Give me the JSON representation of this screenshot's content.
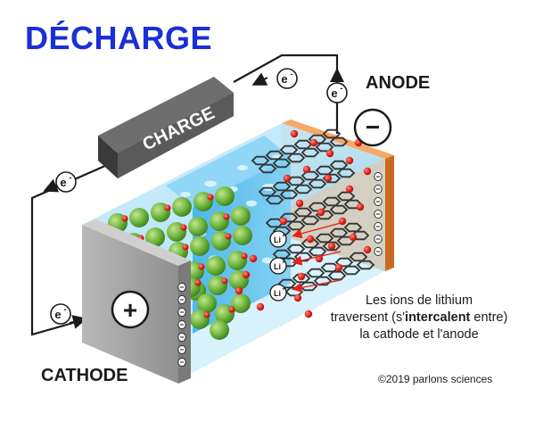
{
  "title": "DÉCHARGE",
  "labels": {
    "anode": "ANODE",
    "cathode": "CATHODE",
    "charge_box": "CHARGE",
    "anode_sign": "−",
    "cathode_sign": "+"
  },
  "electron": {
    "symbol": "e",
    "sign": "-"
  },
  "ion": {
    "symbol": "Li",
    "sign": "+"
  },
  "caption": {
    "line1": "Les ions de lithium",
    "line2_before": "traversent (s'",
    "line2_bold": "intercalent",
    "line2_after": " entre)",
    "line3": "la cathode et l'anode"
  },
  "copyright": "©2019 parlons sciences",
  "colors": {
    "title": "#1a2fd6",
    "anode": "#f08a3c",
    "cathode": "#a9a9a9",
    "electrolyte": "#6fc6ee",
    "lithium": "#e2231a",
    "cathode_particle": "#6bb33a",
    "graphite": "#333333"
  }
}
